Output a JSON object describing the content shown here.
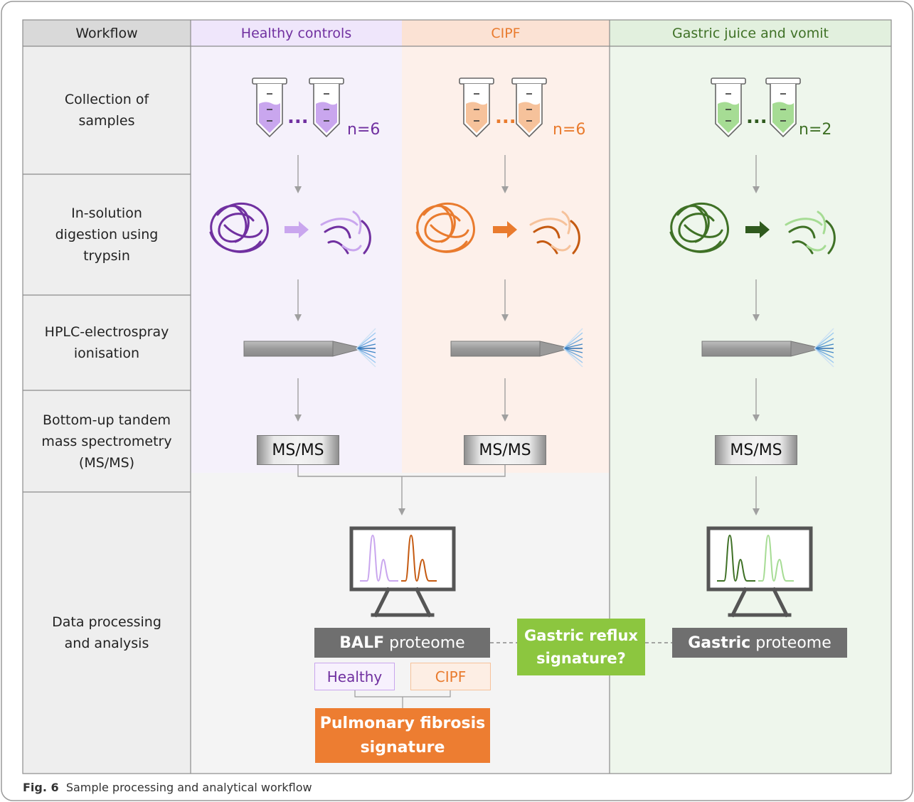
{
  "colors": {
    "purple": "#7030a0",
    "light_purple": "#c9a6ee",
    "orange": "#e97b2e",
    "light_orange": "#f6c29b",
    "dark_green": "#3f7126",
    "light_green": "#a6dc94",
    "signature_green": "#8cc63f",
    "signature_orange": "#ed7d31",
    "box_gray": "#6f6f6f"
  },
  "header": {
    "workflow": "Workflow",
    "healthy": "Healthy controls",
    "cipf": "CIPF",
    "gastric": "Gastric juice and vomit"
  },
  "steps": {
    "collection": "Collection of\nsamples",
    "digestion": "In-solution\ndigestion using\ntrypsin",
    "hplc": "HPLC-electrospray\nionisation",
    "msms": "Bottom-up tandem\nmass spectrometry\n(MS/MS)",
    "analysis": "Data processing\nand analysis"
  },
  "samples": {
    "healthy_n": "n=6",
    "cipf_n": "n=6",
    "gastric_n": "n=2",
    "dots": "..."
  },
  "ms_label": "MS/MS",
  "outputs": {
    "balf_bold": "BALF",
    "balf_rest": "proteome",
    "gastric_bold": "Gastric",
    "gastric_rest": "proteome",
    "reflux": "Gastric reflux\nsignature?",
    "healthy_pill": "Healthy",
    "cipf_pill": "CIPF",
    "fibrosis": "Pulmonary fibrosis\nsignature"
  },
  "caption": {
    "label": "Fig. 6",
    "text": "Sample processing and analytical workflow"
  },
  "icons": [
    "sample-tube-icon",
    "protein-coil-icon",
    "peptide-fragments-icon",
    "electrospray-needle-icon",
    "monitor-chromatogram-icon",
    "arrow-down-icon"
  ]
}
